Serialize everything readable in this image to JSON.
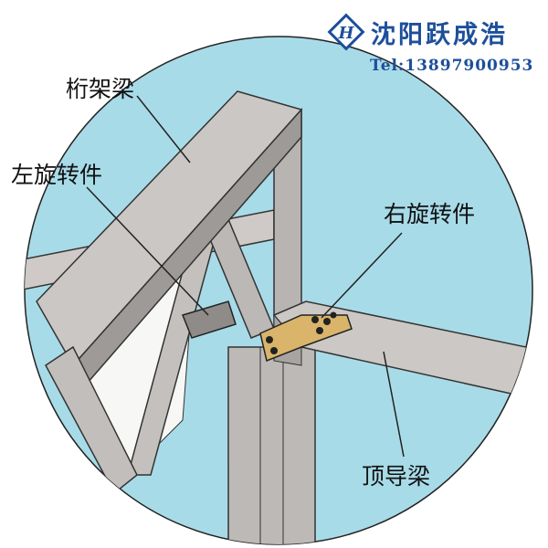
{
  "labels": {
    "truss_beam": "桁架梁",
    "left_rotating_part": "左旋转件",
    "right_rotating_part": "右旋转件",
    "top_guide_beam": "顶导梁"
  },
  "brand": {
    "name": "沈阳跃成浩",
    "tel": "Tel:13897900953"
  },
  "colors": {
    "sky": "#a8dbe8",
    "beam": "#c9c6c4",
    "brand": "#1d4f9a",
    "part": "#d9b46a"
  }
}
